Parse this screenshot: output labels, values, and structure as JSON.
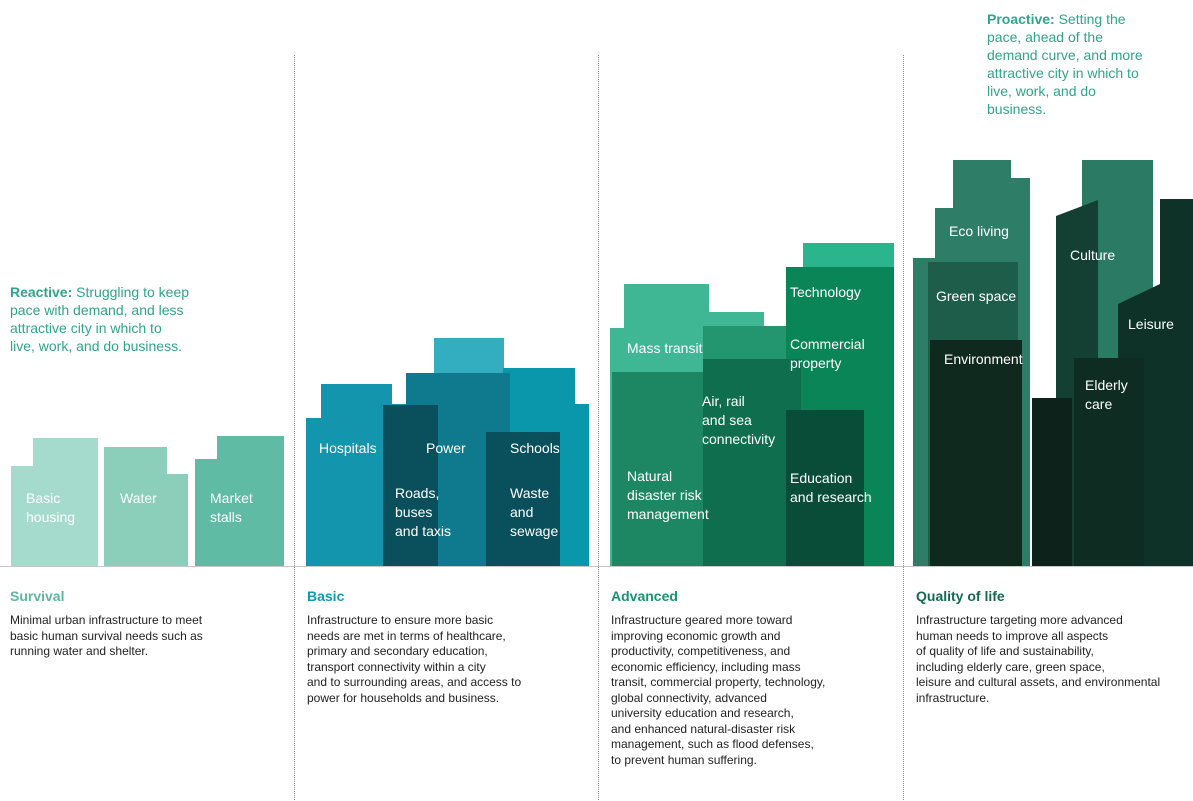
{
  "notes": {
    "reactive": {
      "bold": "Reactive:",
      "text": " Struggling to keep pace with demand, and less attractive city in which to live, work, and do business."
    },
    "proactive": {
      "bold": "Proactive:",
      "text": " Setting the pace, ahead of the demand curve, and more attractive city in which to live, work, and do business."
    }
  },
  "stages": [
    {
      "title": "Survival",
      "color": "#5cb89f",
      "description": "Minimal urban infrastructure to meet\nbasic human survival needs such as\nrunning water and shelter.",
      "labels": [
        "Basic\nhousing",
        "Water",
        "Market\nstalls"
      ]
    },
    {
      "title": "Basic",
      "color": "#0e9bb0",
      "description": "Infrastructure to ensure more basic\nneeds are met in terms of healthcare,\nprimary and secondary education,\ntransport connectivity within a city\nand to surrounding areas, and access to\npower for households and business.",
      "labels": [
        "Hospitals",
        "Power",
        "Schools",
        "Roads,\nbuses\nand taxis",
        "Waste\nand\nsewage"
      ]
    },
    {
      "title": "Advanced",
      "color": "#15976e",
      "description": "Infrastructure geared more toward\nimproving economic growth and\nproductivity, competitiveness, and\neconomic efficiency, including mass\ntransit, commercial property, technology,\nglobal connectivity, advanced\nuniversity education and research,\nand enhanced natural-disaster risk\nmanagement, such as flood defenses,\nto prevent human suffering.",
      "labels": [
        "Mass transit",
        "Technology",
        "Commercial\nproperty",
        "Air, rail\nand sea\nconnectivity",
        "Natural\ndisaster risk\nmanagement",
        "Education\nand research"
      ]
    },
    {
      "title": "Quality of life",
      "color": "#136b52",
      "description": "Infrastructure targeting more advanced\nhuman needs to improve all aspects\nof quality of life and sustainability,\nincluding elderly care, green space,\nleisure and cultural assets, and environmental\ninfrastructure.",
      "labels": [
        "Eco living",
        "Culture",
        "Green space",
        "Leisure",
        "Environment",
        "Elderly\ncare"
      ]
    }
  ]
}
